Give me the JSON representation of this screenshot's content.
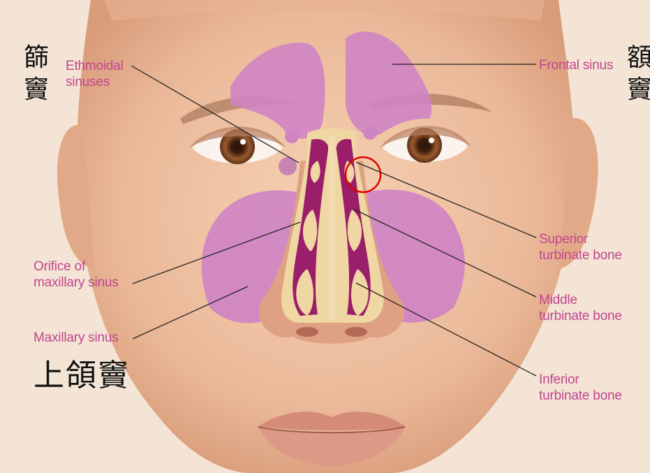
{
  "labels": {
    "ethmoidal": "Ethmoidal\nsinuses",
    "frontal": "Frontal sinus",
    "superior": "Superior\nturbinate bone",
    "middle": "Middle\nturbinate bone",
    "inferior": "Inferior\nturbinate bone",
    "orifice": "Orifice of\nmaxillary sinus",
    "maxillary": "Maxillary sinus"
  },
  "annotations": {
    "ethmoid_cn": "篩\n竇",
    "frontal_cn": "額\n竇",
    "maxillary_cn": "上頜竇"
  },
  "colors": {
    "label": "#c2458f",
    "sinus": "#cf84c3",
    "nasal_cavity": "#9a1e6a",
    "skin": "#efc3a3",
    "highlight_circle": "#e00000"
  }
}
